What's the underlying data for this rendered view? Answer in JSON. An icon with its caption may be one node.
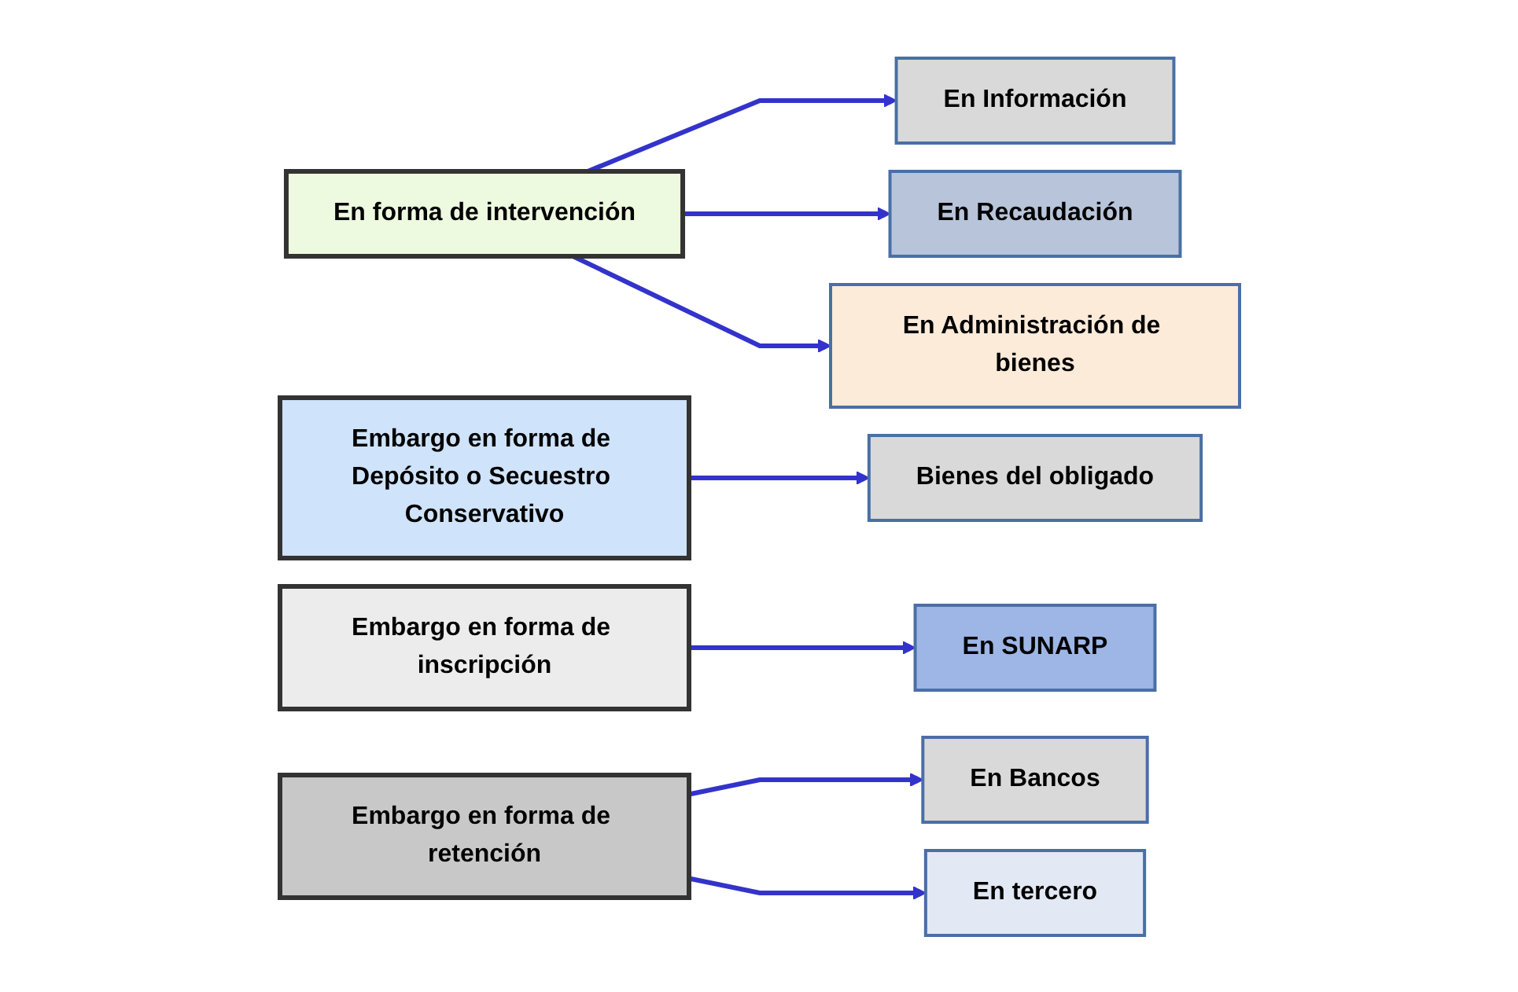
{
  "diagram": {
    "nodes": [
      {
        "text": [
          "En forma de intervención"
        ]
      },
      {
        "text": [
          "En Información"
        ]
      },
      {
        "text": [
          "En Recaudación"
        ]
      },
      {
        "text": [
          "En Administración de bienes"
        ]
      },
      {
        "text": [
          "Embargo en forma de Depósito o Secuestro Conservativo"
        ]
      },
      {
        "text": [
          "Bienes del obligado"
        ]
      },
      {
        "text": [
          "Embargo en forma de inscripción"
        ]
      },
      {
        "text": [
          "En SUNARP"
        ]
      },
      {
        "text": [
          "Embargo en forma de retención"
        ]
      },
      {
        "text": [
          "En Bancos"
        ]
      },
      {
        "text": [
          "En tercero"
        ]
      }
    ],
    "edges": [
      {
        "from": 0,
        "to": 1,
        "arrow": "to"
      },
      {
        "from": 0,
        "to": 2,
        "arrow": "to"
      },
      {
        "from": 0,
        "to": 3,
        "arrow": "to"
      },
      {
        "from": 4,
        "to": 5,
        "arrow": "to"
      },
      {
        "from": 6,
        "to": 7,
        "arrow": "to"
      },
      {
        "from": 8,
        "to": 9,
        "arrow": "to"
      },
      {
        "from": 8,
        "to": 10,
        "arrow": "to"
      }
    ]
  }
}
